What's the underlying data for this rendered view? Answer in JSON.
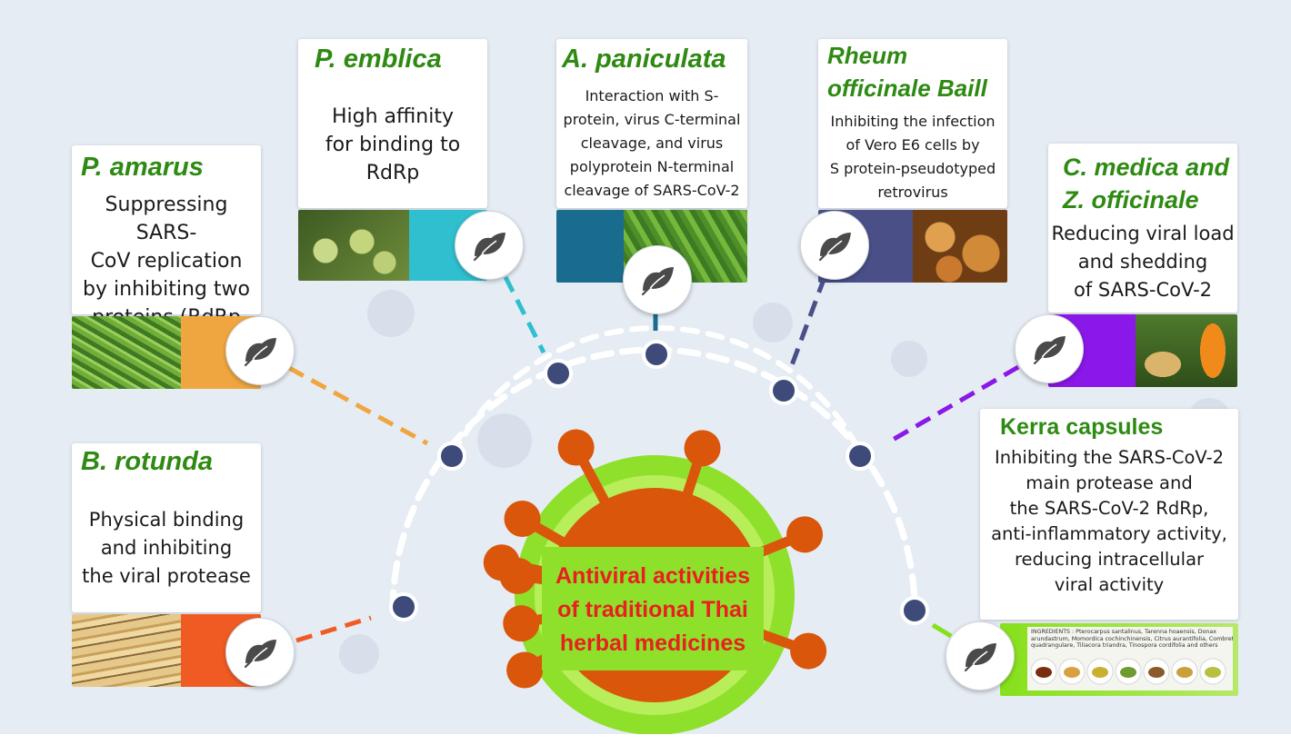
{
  "center_title": "Antiviral activities of traditional Thai herbal medicines",
  "herbs": [
    {
      "name": "P. emblica",
      "lines": [
        "High affinity",
        "for binding to RdRp"
      ]
    },
    {
      "name": "A. paniculata",
      "lines": [
        "Interaction with S-",
        "protein, virus C-terminal",
        "cleavage, and virus",
        "polyprotein N-terminal",
        "cleavage of SARS-CoV-2"
      ]
    },
    {
      "name_lines": [
        "Rheum",
        "officinale Baill"
      ],
      "lines": [
        "Inhibiting the infection",
        "of Vero E6 cells by",
        "S protein-pseudotyped",
        "retrovirus"
      ]
    },
    {
      "name": "P. amarus",
      "lines": [
        "Suppressing SARS-",
        "CoV replication",
        "by inhibiting two",
        "proteins (RdRp"
      ]
    },
    {
      "name_lines": [
        "C. medica and",
        "Z. officinale"
      ],
      "lines": [
        "Reducing viral load",
        "and shedding",
        "of SARS-CoV-2"
      ]
    },
    {
      "name": "B. rotunda",
      "lines": [
        "Physical binding",
        "and inhibiting",
        "the viral protease"
      ]
    },
    {
      "name": "Kerra capsules",
      "lines": [
        "Inhibiting the SARS-CoV-2",
        "main protease and",
        "the SARS-CoV-2 RdRp,",
        "anti-inflammatory activity,",
        "reducing intracellular",
        "viral activity"
      ]
    }
  ],
  "kerra_label": {
    "line1": "INGREDIENTS  :  Pterocarpus santalinus, Tarenna hoaensis, Donax",
    "line2": "arundastrum, Momordica cochinchinensis, Citrus aurantifolia, Combretum",
    "line3": "quadrangulare, Tiliacora triandra, Tinospora cordifolia and others"
  },
  "colors": {
    "green_title": "#2e8a12",
    "red_title": "#e8201e",
    "virus_orange": "#d9560a",
    "virus_ring": "#8fe02b",
    "dot": "#3d4a7a",
    "teal": "#2fbfcf",
    "orange": "#f0a640",
    "navy": "#4a4f88",
    "purple": "#8a18e8",
    "red_orange": "#f05b24",
    "lime": "#86e01a",
    "dark_teal": "#1a6c8e"
  },
  "icons": {
    "badge": "leaf-icon"
  }
}
